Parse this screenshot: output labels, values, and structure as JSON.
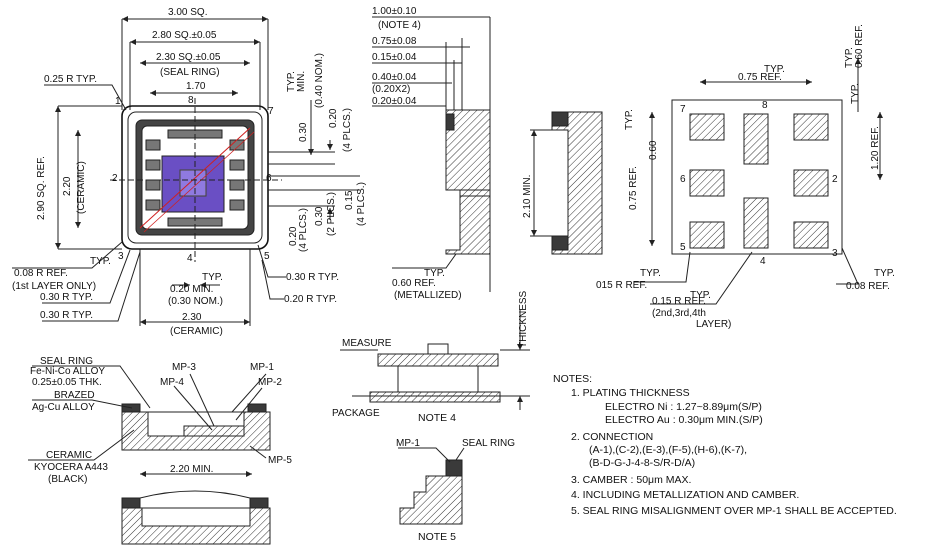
{
  "top_view": {
    "dims": {
      "sq_300": "3.00 SQ.",
      "sq_280": "2.80 SQ.±0.05",
      "sq_230": "2.30 SQ.±0.05",
      "seal_ring": "(SEAL RING)",
      "d_170": "1.70",
      "r025": "0.25 R TYP.",
      "ref_290_a": "2.90 SQ. REF.",
      "ref_220": "2.20",
      "ceramic_v": "(CERAMIC)",
      "r008": "0.08 R REF.",
      "first_layer": "(1st LAYER ONLY)",
      "typ_left": "TYP.",
      "r030_a": "0.30 R TYP.",
      "r030_b": "0.30 R TYP.",
      "typ_020": "TYP.",
      "d_020_min": "0.20 MIN.",
      "d_030_nom": "(0.30 NOM.)",
      "d_230": "2.30",
      "ceramic_h": "(CERAMIC)",
      "r030_c": "0.30 R TYP.",
      "r020": "0.20 R TYP.",
      "typ_min": "TYP.",
      "min": "MIN.",
      "d_030r": "0.30",
      "d_040nom": "(0.40 NOM.)",
      "d_020r": "0.20",
      "plcs4_a": "(4 PLCS.)",
      "d_020b": "0.20",
      "plcs4_b": "(4 PLCS.)",
      "d_030b": "0.30",
      "plcs2": "(2 PLCS.)",
      "d_015": "0.15",
      "plcs4_c": "(4 PLCS.)"
    },
    "pins": [
      "1",
      "8",
      "7",
      "2",
      "6",
      "3",
      "4",
      "5"
    ]
  },
  "side_view": {
    "dims": {
      "d_100": "1.00±0.10",
      "note4": "(NOTE 4)",
      "d_075": "0.75±0.08",
      "d_015": "0.15±0.04",
      "d_040": "0.40±0.04",
      "d_020x2": "(0.20X2)",
      "d_020": "0.20±0.04",
      "d_210": "2.10 MIN.",
      "typ": "TYP.",
      "d_060": "0.60 REF.",
      "metallized": "(METALLIZED)"
    }
  },
  "bottom_view": {
    "dims": {
      "typ_a": "TYP.",
      "d_075r": "0.75 REF.",
      "typ_b": "TYP.",
      "d_060r": "0.60 REF.",
      "typ_c": "TYP.",
      "d_060t": "0.60",
      "typ_d": "TYP.",
      "d_120": "1.20 REF.",
      "d_075v": "0.75 REF.",
      "typ_e": "TYP.",
      "r015_a": "015 R REF.",
      "typ_f": "TYP.",
      "r015_b": "0.15 R REF.",
      "layers": "(2nd,3rd,4th",
      "layer": "LAYER)",
      "typ_g": "TYP.",
      "d_008": "0.08 REF."
    },
    "pins": [
      "7",
      "8",
      "6",
      "2",
      "5",
      "4",
      "3"
    ]
  },
  "section": {
    "seal_ring": "SEAL RING",
    "alloy": "Fe-Ni-Co ALLOY",
    "thk": "0.25±0.05 THK.",
    "brazed": "BRAZED",
    "agcu": "Ag-Cu ALLOY",
    "mp3": "MP-3",
    "mp1": "MP-1",
    "mp4": "MP-4",
    "mp2": "MP-2",
    "mp5": "MP-5",
    "ceramic": "CERAMIC",
    "kyocera": "KYOCERA A443",
    "black": "(BLACK)",
    "d_220": "2.20 MIN."
  },
  "note4_fig": {
    "measure": "MEASURE",
    "thickness": "THICKNESS",
    "package": "PACKAGE",
    "caption": "NOTE 4"
  },
  "note5_fig": {
    "mp1": "MP-1",
    "seal_ring": "SEAL RING",
    "caption": "NOTE 5"
  },
  "notes": {
    "heading": "NOTES:",
    "n1": "1. PLATING THICKNESS",
    "n1a": "ELECTRO Ni : 1.27~8.89μm(S/P)",
    "n1b": "ELECTRO Au : 0.30μm MIN.(S/P)",
    "n2": "2. CONNECTION",
    "n2a": "(A-1),(C-2),(E-3),(F-5),(H-6),(K-7),",
    "n2b": "(B-D-G-J-4-8-S/R-D/A)",
    "n3": "3. CAMBER : 50μm MAX.",
    "n4": "4. INCLUDING METALLIZATION AND CAMBER.",
    "n5": "5. SEAL RING MISALIGNMENT OVER MP-1 SHALL BE ACCEPTED."
  },
  "colors": {
    "line": "#222222",
    "die": "#6a4fc4",
    "accent": "#d02020"
  }
}
